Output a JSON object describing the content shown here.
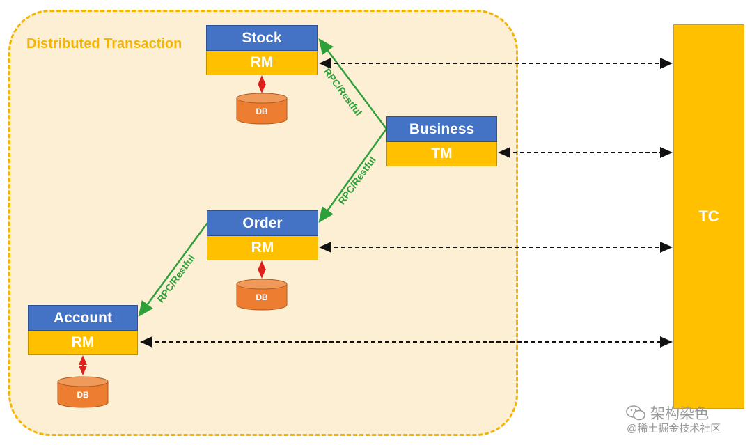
{
  "diagram": {
    "zone_label": "Distributed Transaction",
    "services": [
      {
        "id": "stock",
        "name": "Stock",
        "role": "RM"
      },
      {
        "id": "business",
        "name": "Business",
        "role": "TM"
      },
      {
        "id": "order",
        "name": "Order",
        "role": "RM"
      },
      {
        "id": "account",
        "name": "Account",
        "role": "RM"
      }
    ],
    "db_label": "DB",
    "coordinator": "TC",
    "rpc_label": "RPC/Restful",
    "colors": {
      "blue": "#4472c4",
      "yellow": "#ffc000",
      "db": "#ed7d31",
      "rpc": "#2ea03a",
      "zone_fill": "#fcefd3",
      "zone_border": "#f5b400"
    }
  },
  "watermark": {
    "line1": "架构染色",
    "line2": "@稀土掘金技术社区"
  }
}
